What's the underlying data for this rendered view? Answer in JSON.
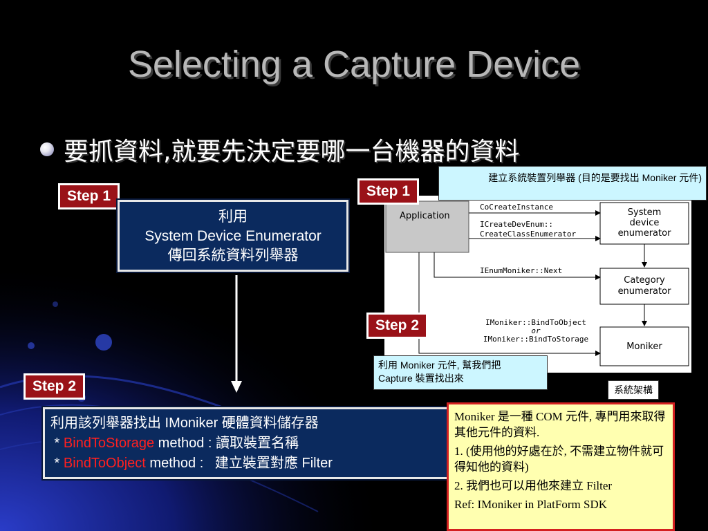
{
  "slide": {
    "title": "Selecting a Capture Device",
    "bullet": "要抓資料,就要先決定要哪一台機器的資料"
  },
  "steps": {
    "step1_left": "Step 1",
    "step1_right": "Step 1",
    "step2_mid": "Step 2",
    "step2_left": "Step 2"
  },
  "enumerator_box": {
    "line1": "利用",
    "line2": "System Device Enumerator",
    "line3": "傳回系統資料列舉器"
  },
  "moniker_box": {
    "line1": "利用該列舉器找出 IMoniker 硬體資料儲存器",
    "line2_prefix": " * ",
    "line2_method": "BindToStorage",
    "line2_suffix": " method : 讀取裝置名稱",
    "line3_prefix": " * ",
    "line3_method": "BindToObject",
    "line3_suffix": " method :   建立裝置對應 Filter"
  },
  "callouts": {
    "top": "建立系統裝置列舉器 (目的是要找出 Moniker 元件)",
    "mid_line1": "利用 Moniker 元件, 幫我們把",
    "mid_line2": "Capture 裝置找出來",
    "system_label": "系統架構"
  },
  "diagram": {
    "application": "Application",
    "system_enum_line1": "System",
    "system_enum_line2": "device",
    "system_enum_line3": "enumerator",
    "category_line1": "Category",
    "category_line2": "enumerator",
    "moniker": "Moniker",
    "call1": "CoCreateInstance",
    "call2": "ICreateDevEnum::",
    "call3": "CreateClassEnumerator",
    "call4": "IEnumMoniker::Next",
    "call5": "IMoniker::BindToObject",
    "call6": "or",
    "call7": "IMoniker::BindToStorage"
  },
  "note": {
    "p1": "Moniker 是一種 COM 元件, 專門用來取得其他元件的資料.",
    "p2": "1. (使用他的好處在於, 不需建立物件就可得知他的資料)",
    "p3": "2. 我們也可以用他來建立  Filter",
    "p4": "Ref: IMoniker in PlatForm SDK"
  },
  "colors": {
    "background": "#000000",
    "step_badge": "#9a1218",
    "navy_box": "#0b2a5e",
    "callout": "#ccf6ff",
    "note_bg": "#ffffb0",
    "method_text": "#ff2020"
  }
}
